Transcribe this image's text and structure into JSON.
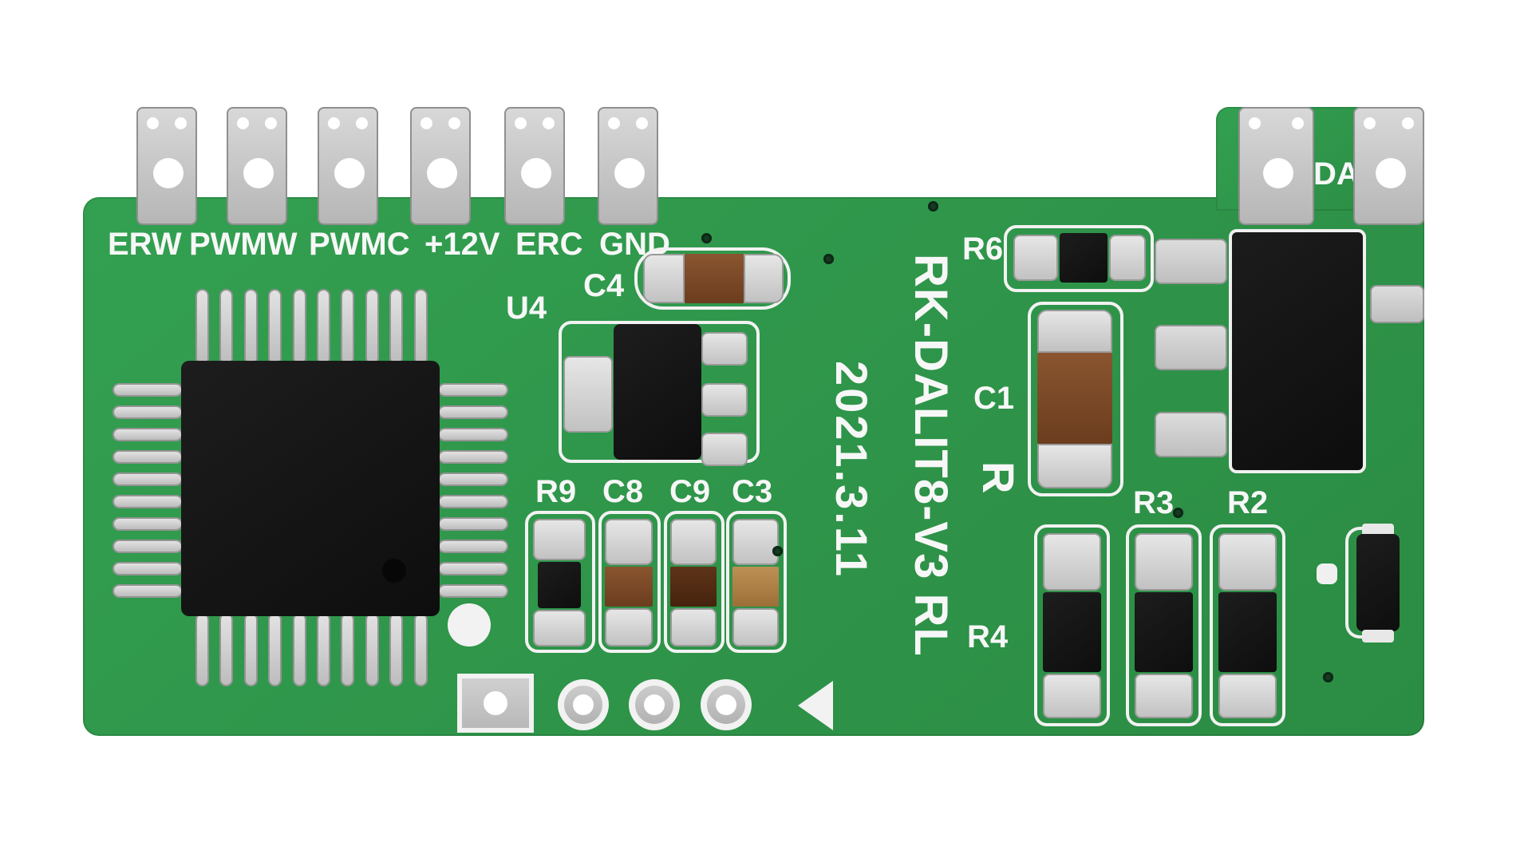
{
  "board": {
    "title": "RK-DALIT8-V3 RL",
    "date": "2021.3.11",
    "terminal_labels": [
      "ERW",
      "PWMW",
      "PWMC",
      "+12V",
      "ERC",
      "GND"
    ],
    "da_label": "DA",
    "refs": {
      "u4": "U4",
      "c4": "C4",
      "r9": "R9",
      "c8": "C8",
      "c9": "C9",
      "c3": "C3",
      "r6": "R6",
      "c1": "C1",
      "r": "R",
      "r3": "R3",
      "r2": "R2",
      "r4": "R4"
    },
    "colors": {
      "pcb_green": "#2f9449",
      "silkscreen": "#f5f5f5",
      "pad_silver": "#c8c8c8",
      "ic_black": "#161616",
      "capacitor_brown": "#7d4a28",
      "capacitor_tan": "#b0854e"
    }
  }
}
